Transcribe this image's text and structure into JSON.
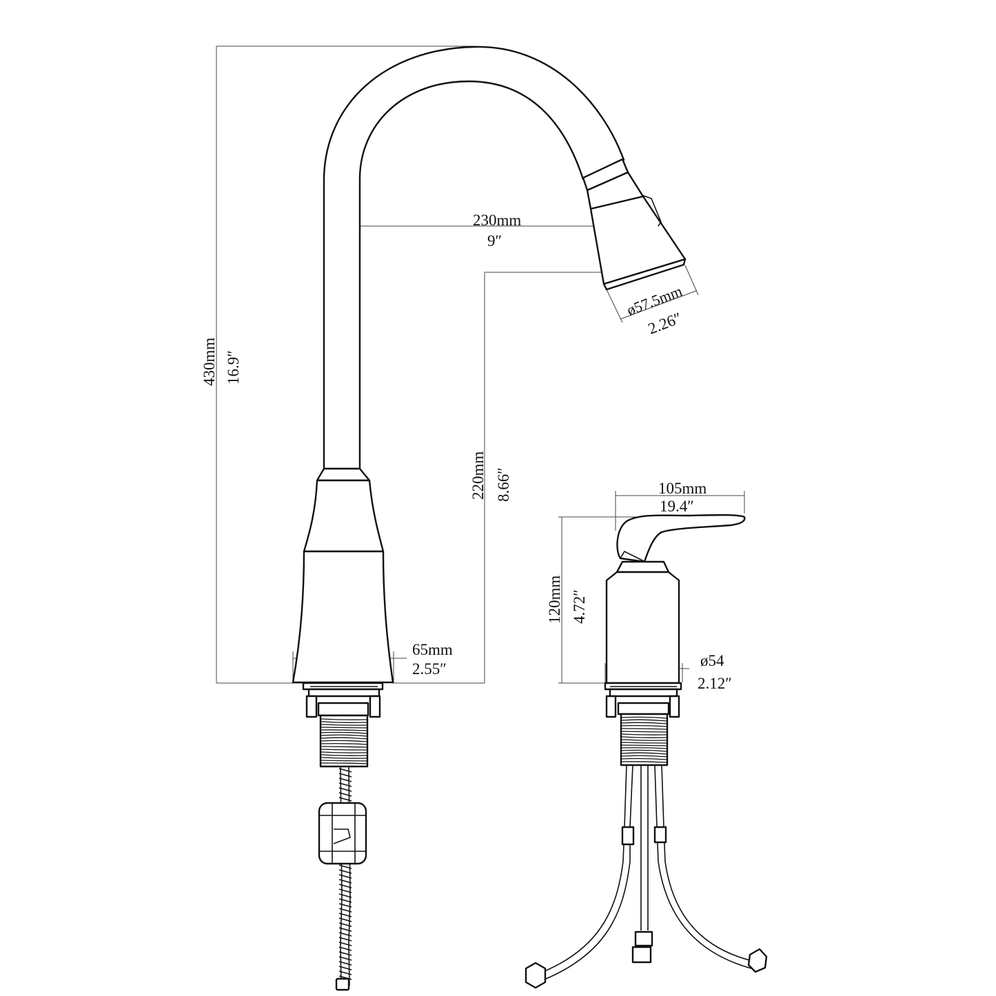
{
  "faucet": {
    "height": {
      "mm": "430mm",
      "inch": "16.9″"
    },
    "spout_reach": {
      "mm": "230mm",
      "inch": "9″"
    },
    "spout_height": {
      "mm": "220mm",
      "inch": "8.66″"
    },
    "spray_head_diameter": {
      "mm": "ø57.5mm",
      "inch": "2.26″"
    },
    "base_diameter": {
      "mm": "65mm",
      "inch": "2.55″"
    }
  },
  "side_valve": {
    "handle_length": {
      "mm": "105mm",
      "inch": "19.4″"
    },
    "height": {
      "mm": "120mm",
      "inch": "4.72″"
    },
    "base_diameter": {
      "mm": "ø54",
      "inch": "2.12″"
    }
  }
}
